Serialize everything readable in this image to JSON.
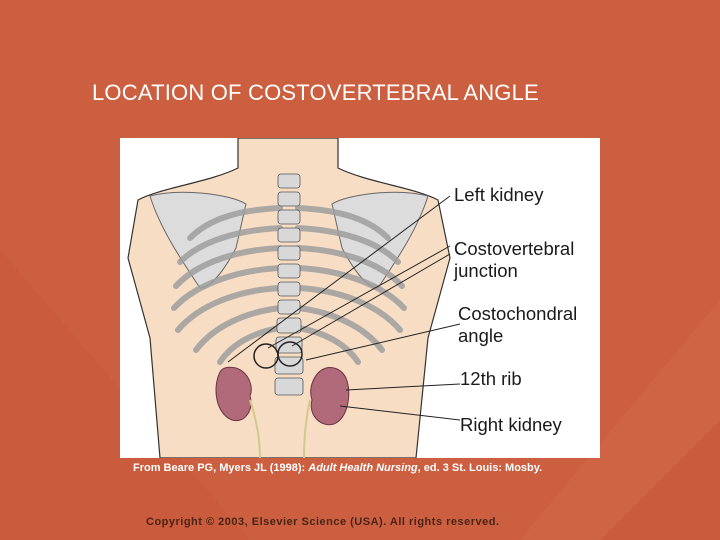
{
  "slide": {
    "title": "LOCATION OF COSTOVERTEBRAL ANGLE",
    "background_color": "#cc5f40"
  },
  "figure": {
    "labels": [
      {
        "id": "left-kidney",
        "lines": [
          "Left kidney"
        ]
      },
      {
        "id": "costovertebral-junction",
        "lines": [
          "Costovertebral",
          "junction"
        ]
      },
      {
        "id": "costochondral-angle",
        "lines": [
          "Costochondral",
          "angle"
        ]
      },
      {
        "id": "12th-rib",
        "lines": [
          "12th rib"
        ]
      },
      {
        "id": "right-kidney",
        "lines": [
          "Right kidney"
        ]
      }
    ]
  },
  "caption": {
    "prefix": "From Beare PG, Myers JL (1998): ",
    "book_title": "Adult Health Nursing",
    "suffix": ", ed. 3 St. Louis: Mosby."
  },
  "footer": {
    "copyright": "Copyright © 2003, Elsevier Science (USA). All rights reserved."
  }
}
